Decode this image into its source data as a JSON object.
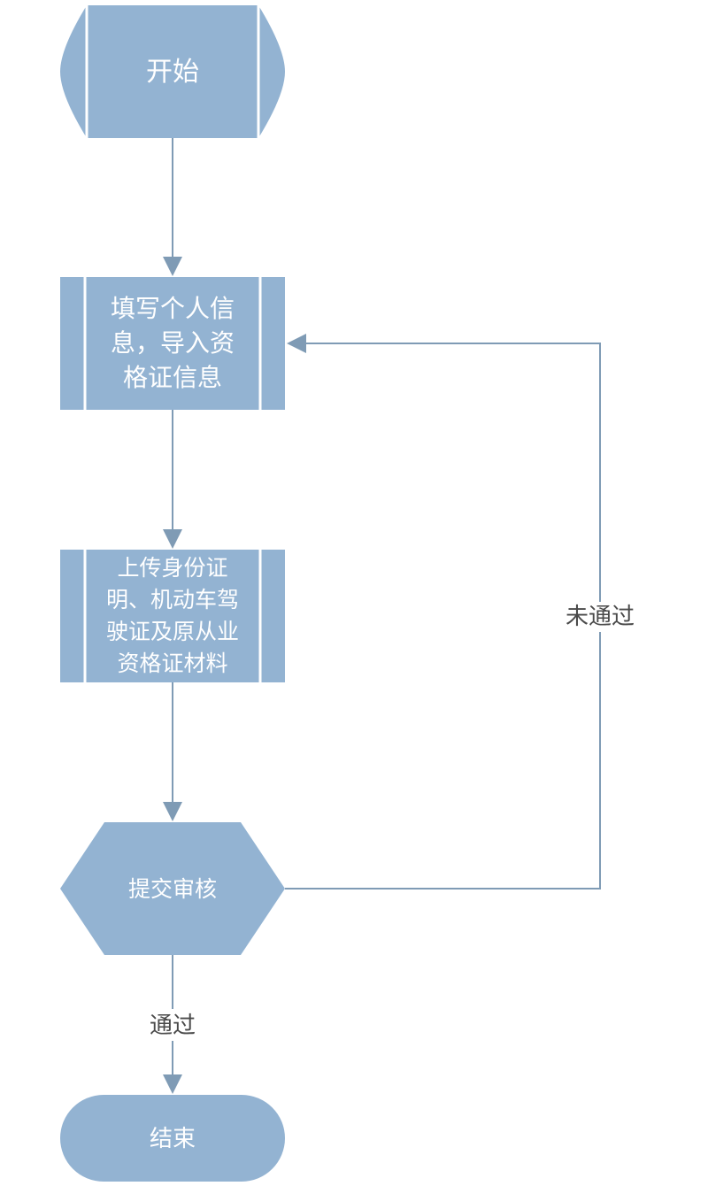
{
  "colors": {
    "node_fill": "#93b3d2",
    "node_divider": "#ffffff",
    "edge": "#7f9bb5",
    "edge_label": "#4a4a4a"
  },
  "nodes": {
    "start": {
      "label": "开始"
    },
    "fill_info": {
      "lines": [
        "填写个人信",
        "息，导入资",
        "格证信息"
      ]
    },
    "upload": {
      "lines": [
        "上传身份证",
        "明、机动车驾",
        "驶证及原从业",
        "资格证材料"
      ]
    },
    "review": {
      "label": "提交审核"
    },
    "end": {
      "label": "结束"
    }
  },
  "edges": {
    "pass_label": "通过",
    "fail_label": "未通过"
  }
}
